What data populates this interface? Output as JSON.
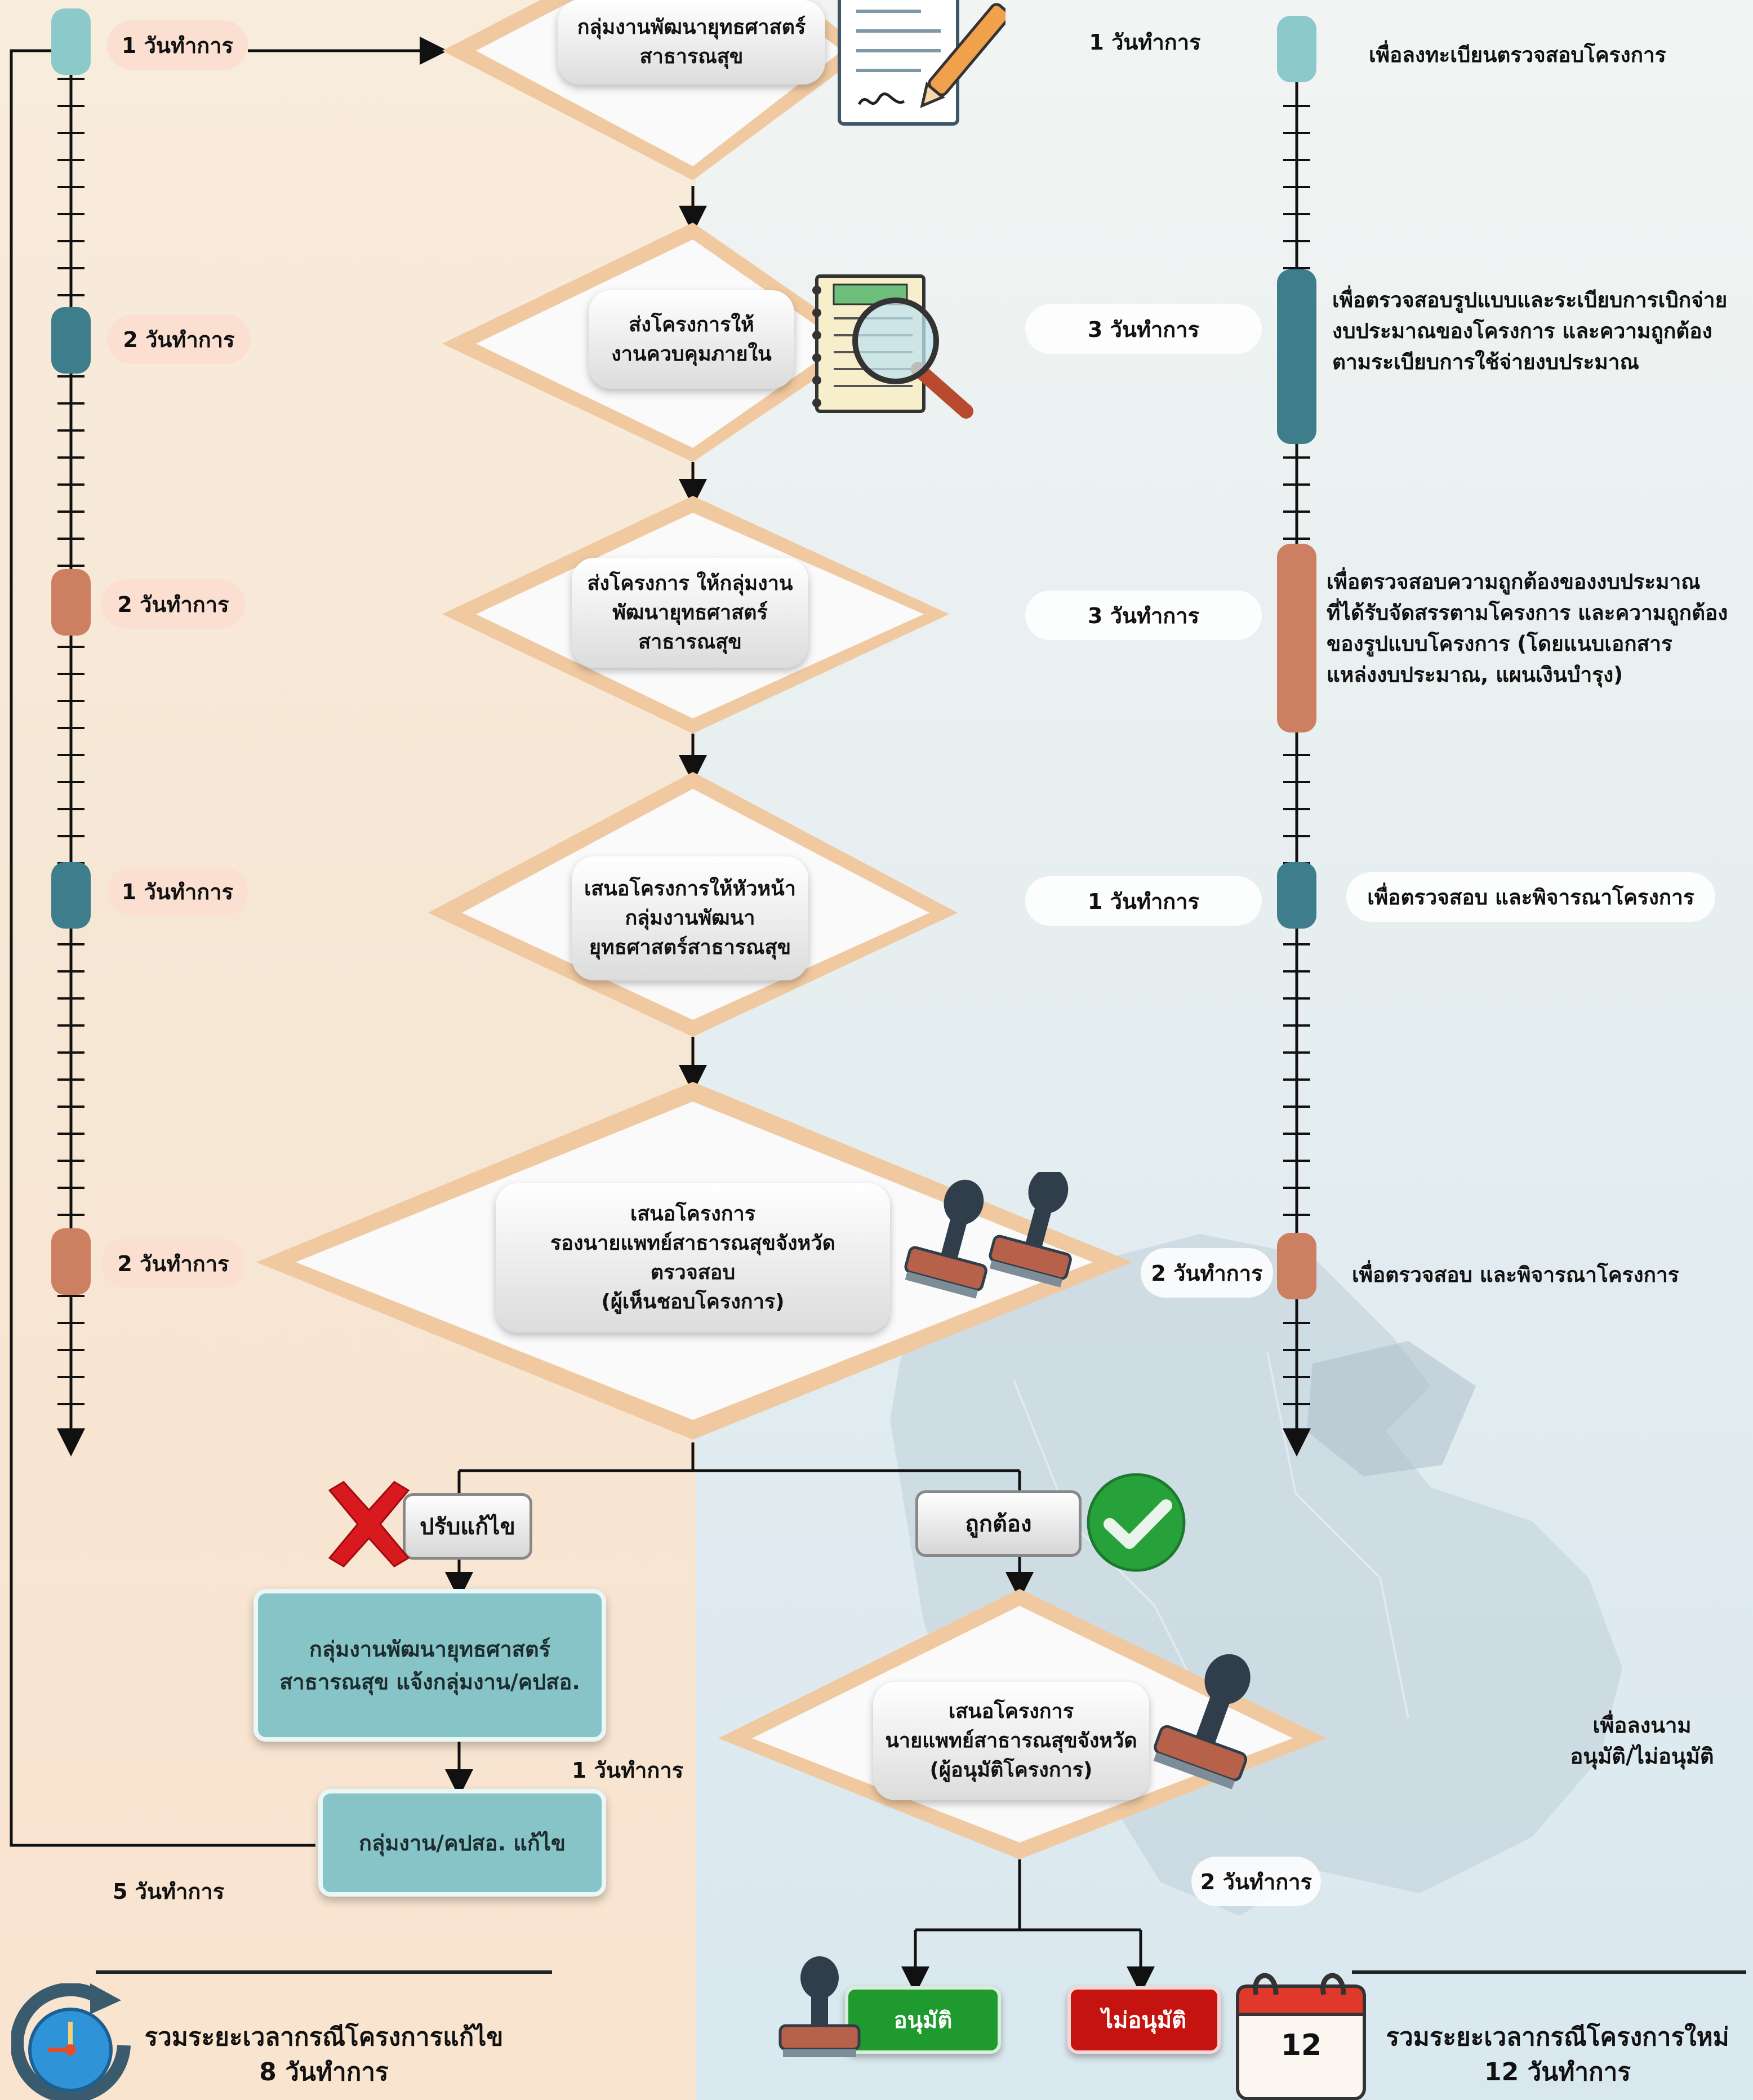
{
  "flow": {
    "step1": {
      "title_lines": [
        "กลุ่มงานพัฒนายุทธศาสตร์",
        "สาธารณสุข"
      ],
      "left_days": "1 วันทำการ",
      "right_days": "1 วันทำการ",
      "purpose_lines": [
        "เพื่อลงทะเบียนตรวจสอบโครงการ"
      ]
    },
    "step2": {
      "title_lines": [
        "ส่งโครงการให้",
        "งานควบคุมภายใน"
      ],
      "left_days": "2 วันทำการ",
      "right_days": "3 วันทำการ",
      "purpose_lines": [
        "เพื่อตรวจสอบรูปแบบและระเบียบการเบิกจ่าย",
        "งบประมาณของโครงการ และความถูกต้อง",
        "ตามระเบียบการใช้จ่ายงบประมาณ"
      ]
    },
    "step3": {
      "title_lines": [
        "ส่งโครงการ ให้กลุ่มงาน",
        "พัฒนายุทธศาสตร์",
        "สาธารณสุข"
      ],
      "left_days": "2 วันทำการ",
      "right_days": "3 วันทำการ",
      "purpose_lines": [
        "เพื่อตรวจสอบความถูกต้องของงบประมาณ",
        "ที่ได้รับจัดสรรตามโครงการ และความถูกต้อง",
        "ของรูปแบบโครงการ (โดยแนบเอกสาร",
        "แหล่งงบประมาณ, แผนเงินบำรุง)"
      ]
    },
    "step4": {
      "title_lines": [
        "เสนอโครงการให้หัวหน้า",
        "กลุ่มงานพัฒนา",
        "ยุทธศาสตร์สาธารณสุข"
      ],
      "left_days": "1 วันทำการ",
      "right_days": "1 วันทำการ",
      "purpose_lines": [
        "เพื่อตรวจสอบ และพิจารณาโครงการ"
      ]
    },
    "step5": {
      "title_lines": [
        "เสนอโครงการ",
        "รองนายแพทย์สาธารณสุขจังหวัด",
        "ตรวจสอบ",
        "(ผู้เห็นชอบโครงการ)"
      ],
      "left_days": "2 วันทำการ",
      "right_days": "2 วันทำการ",
      "purpose_lines": [
        "เพื่อตรวจสอบ และพิจารณาโครงการ"
      ]
    }
  },
  "revise_branch": {
    "label": "ปรับแก้ไข",
    "notify_box_lines": [
      "กลุ่มงานพัฒนายุทธศาสตร์",
      "สาธารณสุข แจ้งกลุ่มงาน/คปสอ."
    ],
    "notify_days": "1 วันทำการ",
    "fix_box": "กลุ่มงาน/คปสอ. แก้ไข",
    "fix_days": "5 วันทำการ"
  },
  "approve_branch": {
    "label": "ถูกต้อง",
    "final_title_lines": [
      "เสนอโครงการ",
      "นายแพทย์สาธารณสุขจังหวัด",
      "(ผู้อนุมัติโครงการ)"
    ],
    "final_days": "2 วันทำการ",
    "final_purpose_lines": [
      "เพื่อลงนาม",
      "อนุมัติ/ไม่อนุมัติ"
    ],
    "approve_button": "อนุมัติ",
    "reject_button": "ไม่อนุมัติ"
  },
  "summary": {
    "revise_lines": [
      "รวมระยะเวลากรณีโครงการแก้ไข",
      "8 วันทำการ"
    ],
    "new_lines": [
      "รวมระยะเวลากรณีโครงการใหม่",
      "12 วันทำการ"
    ],
    "calendar_number": "12"
  },
  "colors": {
    "light_teal": "#8cc9cb",
    "dark_teal": "#3d7d8c",
    "terracotta": "#cd7f61",
    "diamond_border": "#f0c9a0",
    "approve_green": "#1f9a2e",
    "reject_red": "#c5140f"
  },
  "icons": [
    "document-signature-icon",
    "magnifier-report-icon",
    "stamp-icon",
    "x-mark-icon",
    "check-circle-icon",
    "clock-icon",
    "calendar-icon"
  ]
}
